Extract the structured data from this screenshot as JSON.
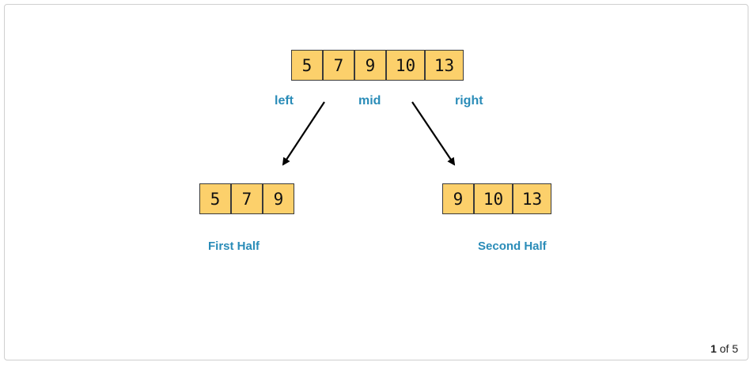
{
  "main_array": [
    "5",
    "7",
    "9",
    "10",
    "13"
  ],
  "pointers": {
    "left": "left",
    "mid": "mid",
    "right": "right"
  },
  "first_half": {
    "values": [
      "5",
      "7",
      "9"
    ],
    "label": "First Half"
  },
  "second_half": {
    "values": [
      "9",
      "10",
      "13"
    ],
    "label": "Second Half"
  },
  "pager": {
    "current": "1",
    "separator": "of",
    "total": "5"
  },
  "colors": {
    "cell_fill": "#fcd06b",
    "label": "#2a8cb8",
    "arrow": "#000000"
  }
}
